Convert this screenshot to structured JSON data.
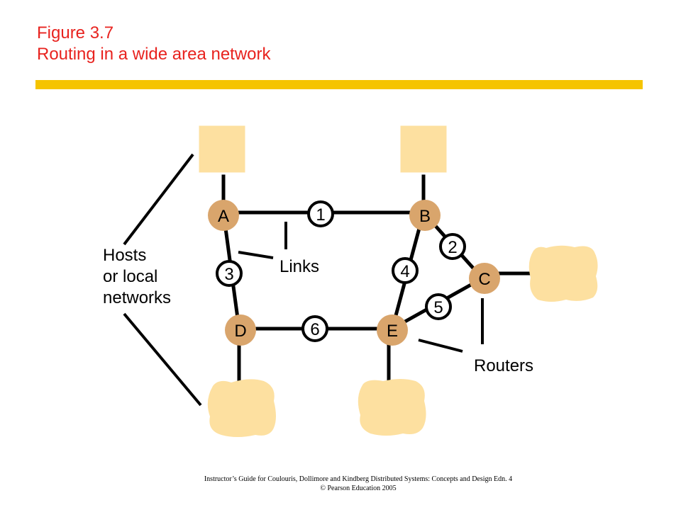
{
  "title": {
    "line1": "Figure 3.7",
    "line2": "Routing in a wide area network"
  },
  "colors": {
    "title": "#e8231f",
    "accent_bar": "#f5c400",
    "router": "#d9a56c",
    "host": "#fde0a0",
    "line": "#000000"
  },
  "routers": [
    {
      "id": "A"
    },
    {
      "id": "B"
    },
    {
      "id": "C"
    },
    {
      "id": "D"
    },
    {
      "id": "E"
    }
  ],
  "links": [
    {
      "id": "1"
    },
    {
      "id": "2"
    },
    {
      "id": "3"
    },
    {
      "id": "4"
    },
    {
      "id": "5"
    },
    {
      "id": "6"
    }
  ],
  "labels": {
    "hosts_line1": "Hosts",
    "hosts_line2": "or local",
    "hosts_line3": "networks",
    "links": "Links",
    "routers": "Routers"
  },
  "footer": {
    "line1": "Instructor’s Guide for  Coulouris, Dollimore and Kindberg  Distributed Systems: Concepts and Design   Edn. 4",
    "line2": "©  Pearson Education 2005"
  }
}
